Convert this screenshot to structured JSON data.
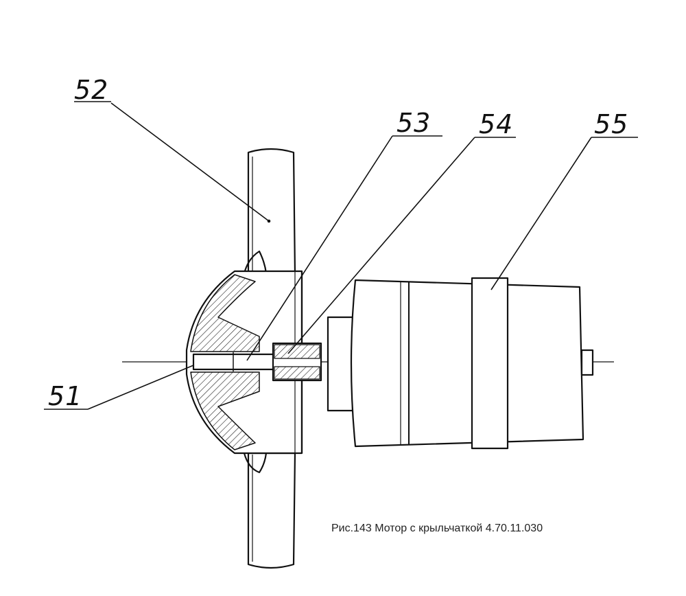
{
  "diagram": {
    "callouts": [
      {
        "id": "51",
        "label": "51"
      },
      {
        "id": "52",
        "label": "52"
      },
      {
        "id": "53",
        "label": "53"
      },
      {
        "id": "54",
        "label": "54"
      },
      {
        "id": "55",
        "label": "55"
      }
    ],
    "caption": "Рис.143 Мотор с крыльчаткой 4.70.11.030",
    "colors": {
      "ink": "#111111",
      "paper": "#ffffff"
    }
  }
}
